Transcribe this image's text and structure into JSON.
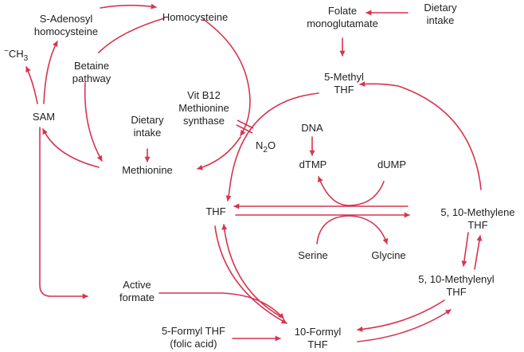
{
  "colors": {
    "arrow": "#d7334f",
    "text": "#222222",
    "background": "#ffffff"
  },
  "nodes": {
    "s_adenosyl_homocysteine": [
      "S-Adenosyl",
      "homocysteine"
    ],
    "homocysteine": "Homocysteine",
    "methyl_group": "CH",
    "methyl_group_charge": "−",
    "methyl_group_subscript": "3",
    "betaine_pathway": [
      "Betaine",
      "pathway"
    ],
    "sam": "SAM",
    "dietary_intake_methionine": [
      "Dietary",
      "intake"
    ],
    "methionine": "Methionine",
    "vit_b12_methionine_synthase": [
      "Vit B12",
      "Methionine",
      "synthase"
    ],
    "nitrous_oxide": "N",
    "nitrous_oxide_subscript": "2",
    "nitrous_oxide_suffix": "O",
    "folate_monoglutamate": [
      "Folate",
      "monoglutamate"
    ],
    "dietary_intake_folate": [
      "Dietary",
      "intake"
    ],
    "methyl_thf": [
      "5-Methyl",
      "THF"
    ],
    "dna": "DNA",
    "dtmp": "dTMP",
    "dump": "dUMP",
    "thf": "THF",
    "methylene_thf": [
      "5, 10-Methylene",
      "THF"
    ],
    "serine": "Serine",
    "glycine": "Glycine",
    "methylenyl_thf": [
      "5, 10-Methylenyl",
      "THF"
    ],
    "active_formate": [
      "Active",
      "formate"
    ],
    "formyl_thf_folic_acid": [
      "5-Formyl THF",
      "(folic acid)"
    ],
    "formyl_thf_10": [
      "10-Formyl",
      "THF"
    ]
  }
}
